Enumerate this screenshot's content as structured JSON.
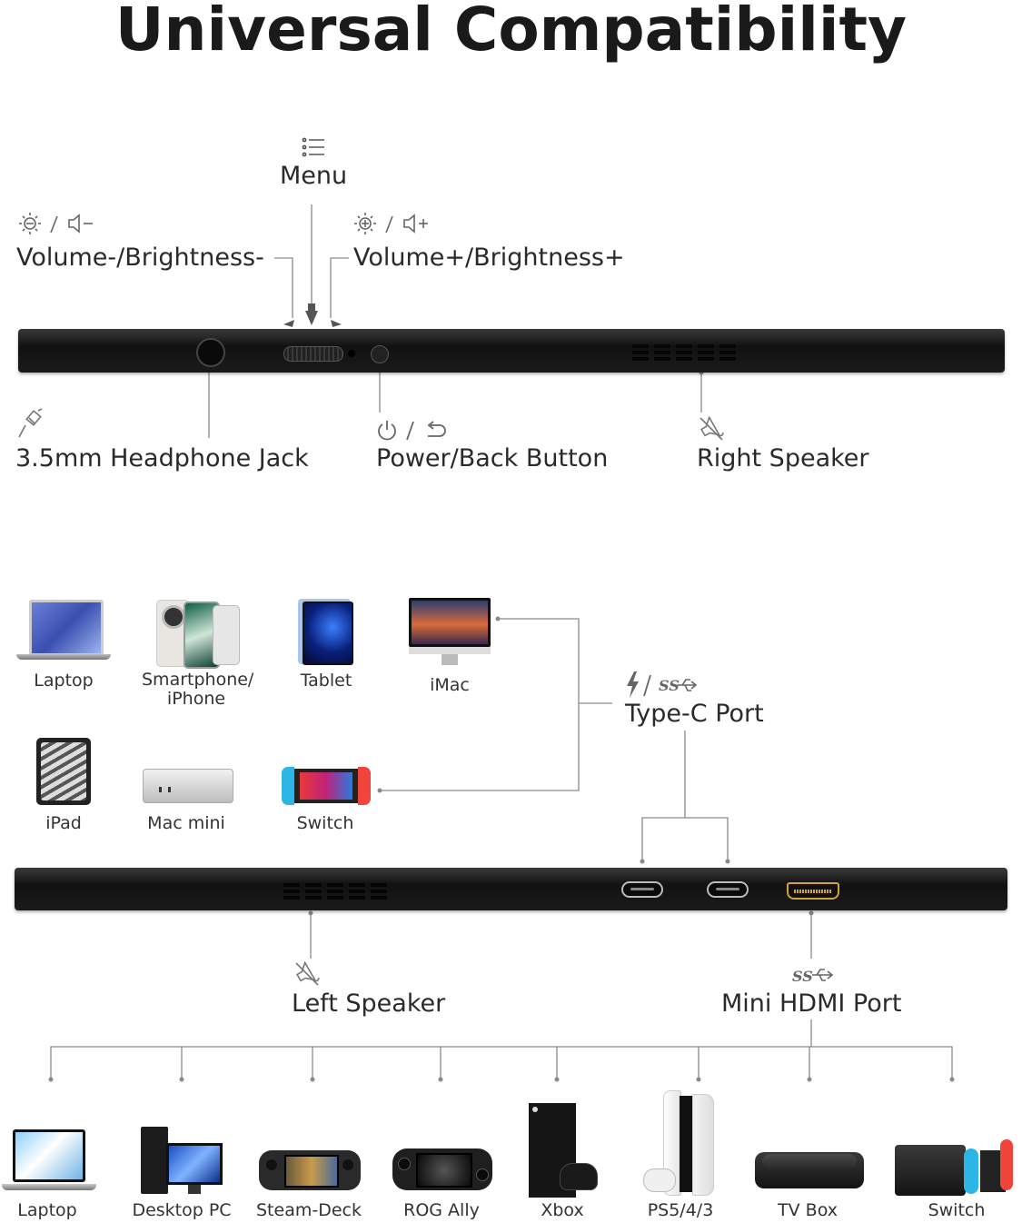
{
  "title": "Universal Compatibility",
  "top_panel": {
    "menu_label": "Menu",
    "vol_minus_label": "Volume-/Brightness-",
    "vol_plus_label": "Volume+/Brightness+",
    "headphone_label": "3.5mm Headphone Jack",
    "power_label": "Power/Back Button",
    "right_speaker_label": "Right Speaker",
    "icons": {
      "menu": "list-icon",
      "vol_minus": "brightness-volume-down-icon",
      "vol_plus": "brightness-volume-up-icon",
      "headphone": "headphone-plug-icon",
      "power": "power-back-icon",
      "speaker": "speaker-icon"
    }
  },
  "typec": {
    "label": "Type-C Port",
    "devices": [
      "Laptop",
      "Smartphone/\niPhone",
      "Tablet",
      "iMac",
      "iPad",
      "Mac mini",
      "Switch"
    ]
  },
  "bottom_panel": {
    "left_speaker_label": "Left Speaker",
    "hdmi_label": "Mini HDMI Port"
  },
  "hdmi_devices": [
    "Laptop",
    "Desktop PC",
    "Steam-Deck",
    "ROG Ally",
    "Xbox",
    "PS5/4/3",
    "TV Box",
    "Switch"
  ],
  "colors": {
    "line": "#8a8a8a",
    "panel": "#1c1c1c",
    "text": "#2a2a2a"
  }
}
